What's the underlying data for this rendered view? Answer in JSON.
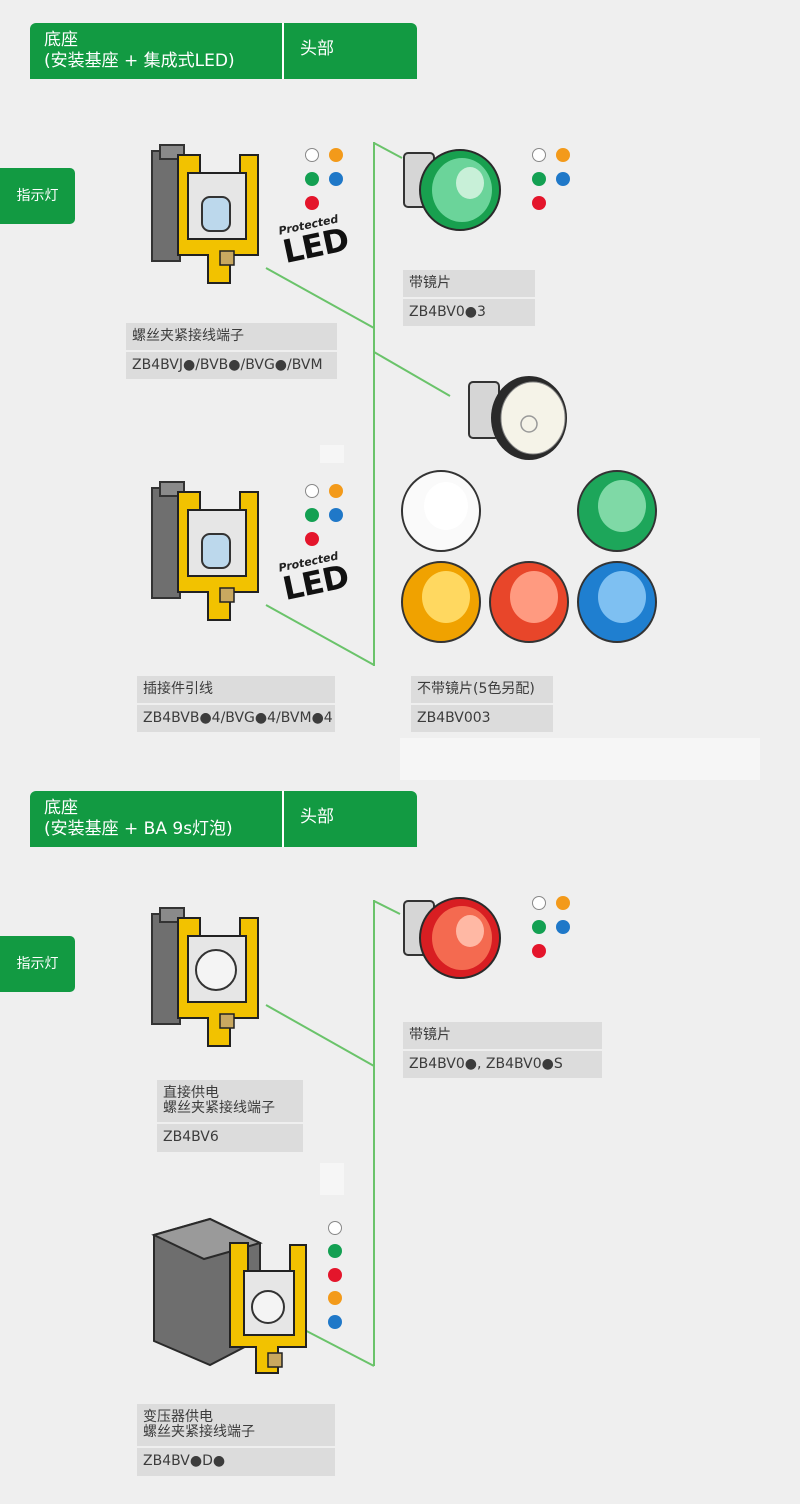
{
  "section1": {
    "header_base_line1": "底座",
    "header_base_line2": "(安装基座 + 集成式LED)",
    "header_head": "头部",
    "side_label": "指示灯",
    "base1": {
      "title": "螺丝夹紧接线端子",
      "code": "ZB4BVJ●/BVB●/BVG●/BVM"
    },
    "base2": {
      "title": "插接件引线",
      "code": "ZB4BVB●4/BVG●4/BVM●4"
    },
    "head1": {
      "title": "带镜片",
      "code": "ZB4BV0●3"
    },
    "head2": {
      "title": "不带镜片(5色另配)",
      "code": "ZB4BV003"
    },
    "led_badge_top": "Protected",
    "led_badge_big": "LED"
  },
  "section2": {
    "header_base_line1": "底座",
    "header_base_line2": "(安装基座 + BA 9s灯泡)",
    "header_head": "头部",
    "side_label": "指示灯",
    "base1": {
      "title_line1": "直接供电",
      "title_line2": "螺丝夹紧接线端子",
      "code": "ZB4BV6"
    },
    "base2": {
      "title_line1": "变压器供电",
      "title_line2": "螺丝夹紧接线端子",
      "code": "ZB4BV●D●"
    },
    "head1": {
      "title": "带镜片",
      "code": "ZB4BV0●, ZB4BV0●S"
    }
  },
  "colors": {
    "brand_green": "#129a42",
    "connector_green": "#6ac36a",
    "white": "#ffffff",
    "orange": "#f39a1a",
    "green": "#13a052",
    "blue": "#1f78c8",
    "red": "#e4152b"
  }
}
